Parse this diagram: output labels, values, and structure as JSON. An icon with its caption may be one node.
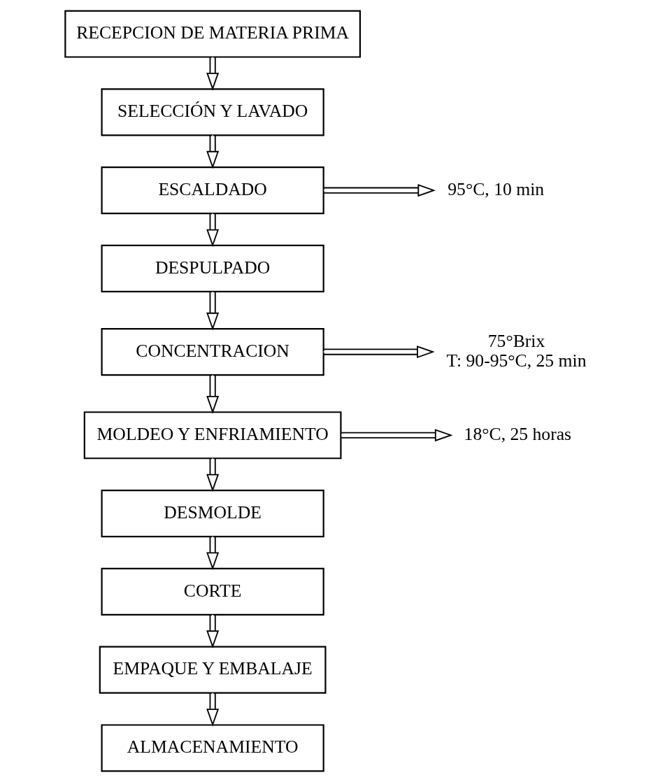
{
  "diagram": {
    "nodes": [
      {
        "text": [
          "RECEPCION DE MATERIA PRIMA"
        ]
      },
      {
        "text": [
          "SELECCIÓN Y LAVADO"
        ]
      },
      {
        "text": [
          "ESCALDADO"
        ]
      },
      {
        "text": [
          "DESPULPADO"
        ]
      },
      {
        "text": [
          "CONCENTRACION"
        ]
      },
      {
        "text": [
          "MOLDEO Y ENFRIAMIENTO"
        ]
      },
      {
        "text": [
          "DESMOLDE"
        ]
      },
      {
        "text": [
          "CORTE"
        ]
      },
      {
        "text": [
          "EMPAQUE Y EMBALAJE"
        ]
      },
      {
        "text": [
          "ALMACENAMIENTO"
        ]
      },
      {
        "text": [
          "95°C, 10 min"
        ]
      },
      {
        "text": [
          "75°Brix",
          "T: 90-95°C, 25 min"
        ]
      },
      {
        "text": [
          "18°C, 25 horas"
        ]
      }
    ],
    "edges": [
      {
        "from": 0,
        "to": 1,
        "arrow": "to"
      },
      {
        "from": 1,
        "to": 2,
        "arrow": "to"
      },
      {
        "from": 2,
        "to": 3,
        "arrow": "to"
      },
      {
        "from": 3,
        "to": 4,
        "arrow": "to"
      },
      {
        "from": 4,
        "to": 5,
        "arrow": "to"
      },
      {
        "from": 5,
        "to": 6,
        "arrow": "to"
      },
      {
        "from": 6,
        "to": 7,
        "arrow": "to"
      },
      {
        "from": 7,
        "to": 8,
        "arrow": "to"
      },
      {
        "from": 8,
        "to": 9,
        "arrow": "to"
      },
      {
        "from": 2,
        "to": 10,
        "arrow": "to"
      },
      {
        "from": 4,
        "to": 11,
        "arrow": "to"
      },
      {
        "from": 5,
        "to": 12,
        "arrow": "to"
      }
    ]
  }
}
